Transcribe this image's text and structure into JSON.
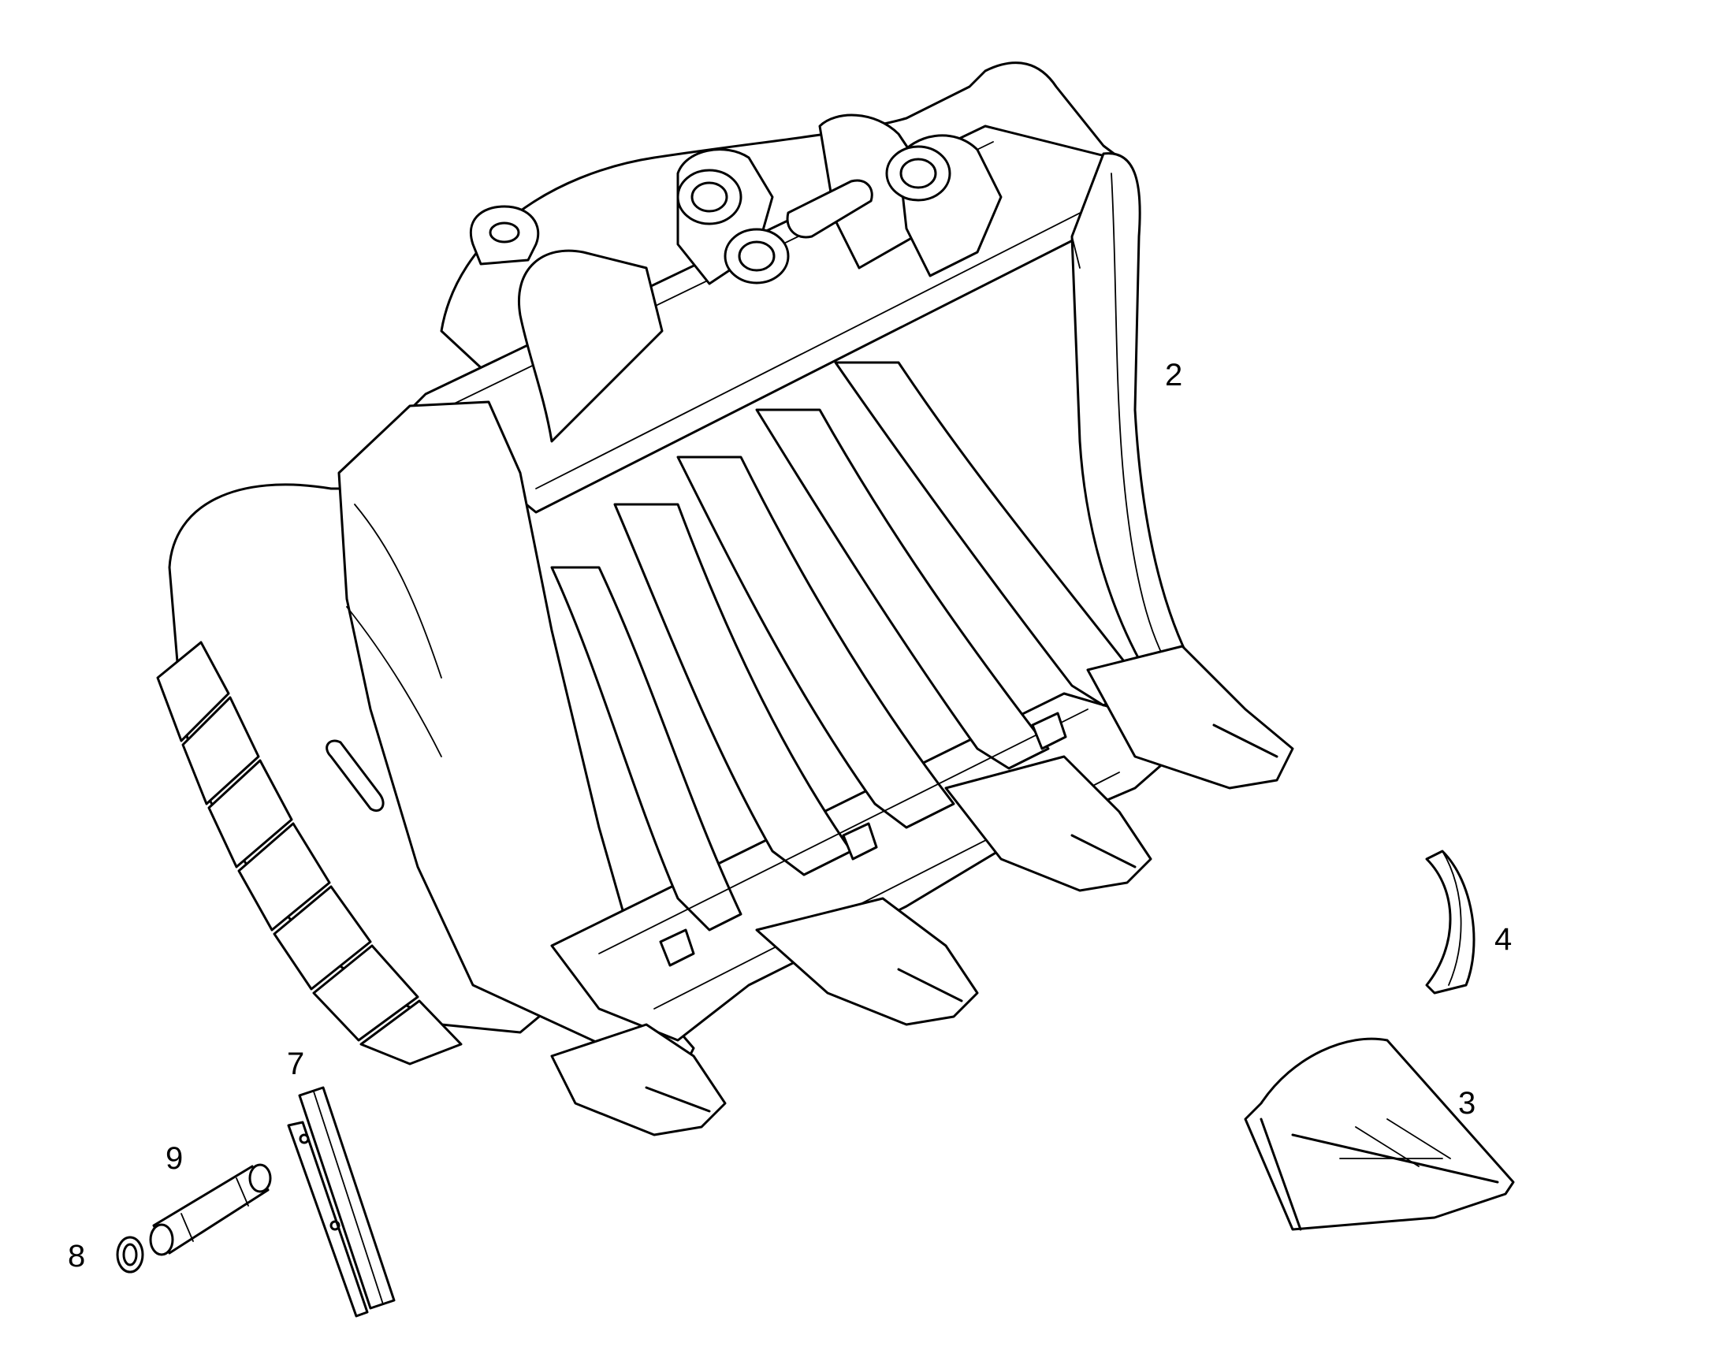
{
  "labels": {
    "part_2": "2",
    "part_3": "3",
    "part_4": "4",
    "part_7": "7",
    "part_8": "8",
    "part_9": "9"
  },
  "colors": {
    "line": "#000000",
    "background": "#ffffff"
  }
}
